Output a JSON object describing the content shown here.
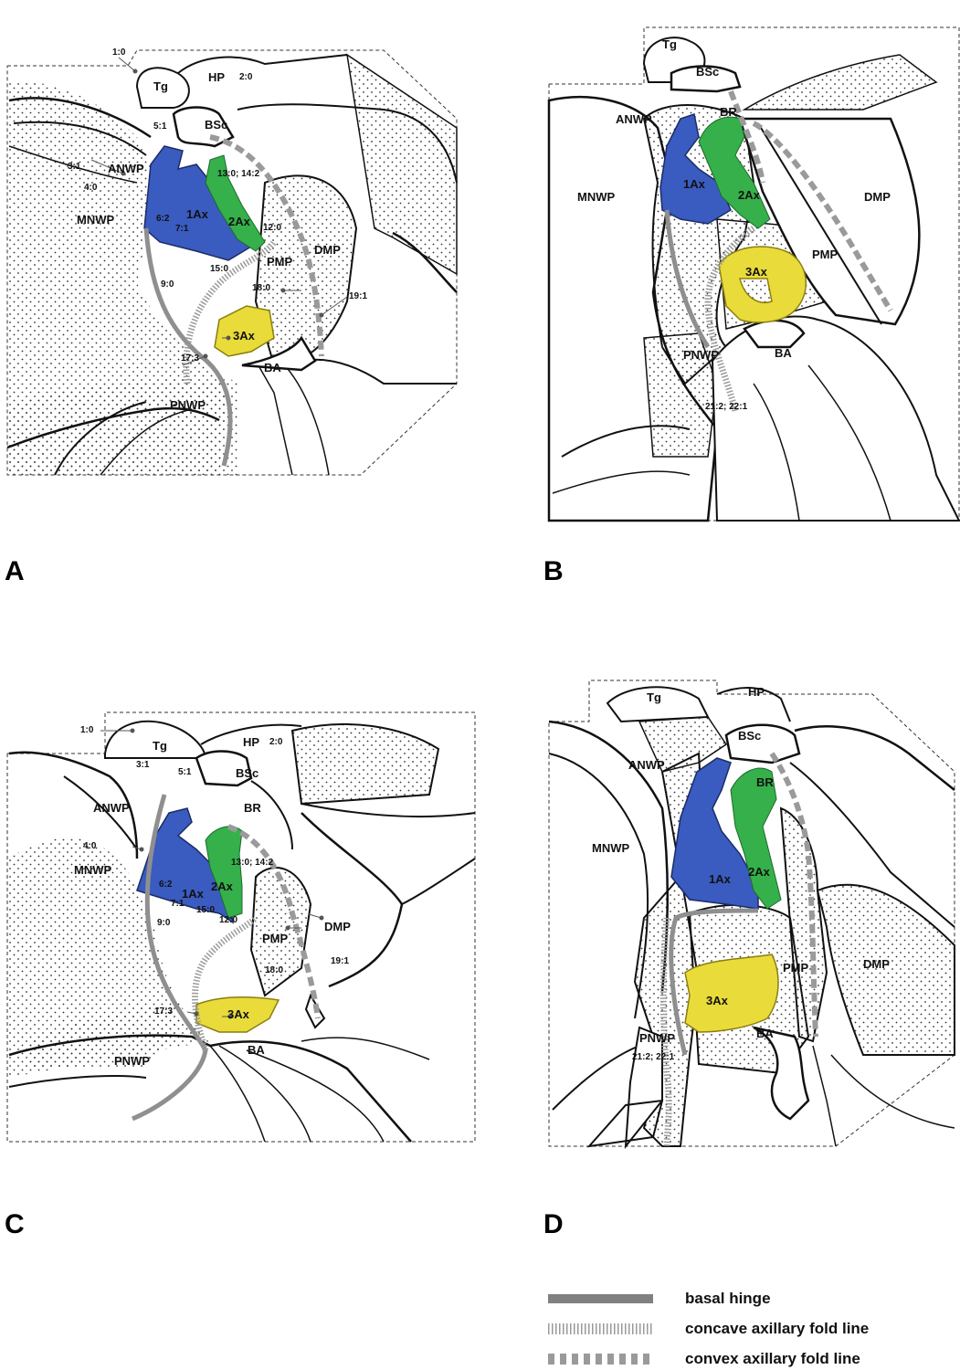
{
  "colors": {
    "sclerite_1Ax": "#3a5bbf",
    "sclerite_2Ax": "#35b04a",
    "sclerite_3Ax": "#e9db3a",
    "basal_hinge": "#808080",
    "concave_fold": "#9a9a9a",
    "convex_fold": "#9a9a9a"
  },
  "panels": {
    "A": {
      "letter": "A",
      "labels": {
        "Tg": "Tg",
        "HP": "HP",
        "BSc": "BSc",
        "ANWP": "ANWP",
        "MNWP": "MNWP",
        "Ax1": "1Ax",
        "Ax2": "2Ax",
        "Ax3": "3Ax",
        "DMP": "DMP",
        "PMP": "PMP",
        "BA": "BA",
        "PNWP": "PNWP"
      },
      "numbers": {
        "n1": "1:0",
        "n2": "2:0",
        "n3": "3:1",
        "n4": "4:0",
        "n5": "5:1",
        "n6": "6:2",
        "n7": "7:1",
        "n9": "9:0",
        "n12": "12:0",
        "n13": "13:0; 14:2",
        "n15": "15:0",
        "n17": "17:3",
        "n18": "18:0",
        "n19": "19:1"
      }
    },
    "B": {
      "letter": "B",
      "labels": {
        "Tg": "Tg",
        "BSc": "BSc",
        "BR": "BR",
        "ANWP": "ANWP",
        "MNWP": "MNWP",
        "Ax1": "1Ax",
        "Ax2": "2Ax",
        "Ax3": "3Ax",
        "DMP": "DMP",
        "PMP": "PMP",
        "BA": "BA",
        "PNWP": "PNWP"
      },
      "numbers": {
        "n21": "21:2; 22:1"
      }
    },
    "C": {
      "letter": "C",
      "labels": {
        "Tg": "Tg",
        "HP": "HP",
        "BSc": "BSc",
        "BR": "BR",
        "ANWP": "ANWP",
        "MNWP": "MNWP",
        "Ax1": "1Ax",
        "Ax2": "2Ax",
        "Ax3": "3Ax",
        "DMP": "DMP",
        "PMP": "PMP",
        "BA": "BA",
        "PNWP": "PNWP"
      },
      "numbers": {
        "n1": "1:0",
        "n2": "2:0",
        "n3": "3:1",
        "n4": "4:0",
        "n5": "5:1",
        "n6": "6:2",
        "n7": "7:1",
        "n9": "9:0",
        "n12": "12:0",
        "n13": "13:0; 14:2",
        "n15": "15:0",
        "n17": "17:3",
        "n18": "18:0",
        "n19": "19:1"
      }
    },
    "D": {
      "letter": "D",
      "labels": {
        "Tg": "Tg",
        "HP": "HP",
        "BSc": "BSc",
        "BR": "BR",
        "ANWP": "ANWP",
        "MNWP": "MNWP",
        "Ax1": "1Ax",
        "Ax2": "2Ax",
        "Ax3": "3Ax",
        "DMP": "DMP",
        "PMP": "PMP",
        "BA": "BA",
        "PNWP": "PNWP"
      },
      "numbers": {
        "n21": "21:2; 22:1"
      }
    }
  },
  "legend": {
    "basal_hinge": "basal hinge",
    "concave": "concave axillary fold line",
    "convex": "convex axillary fold line"
  }
}
